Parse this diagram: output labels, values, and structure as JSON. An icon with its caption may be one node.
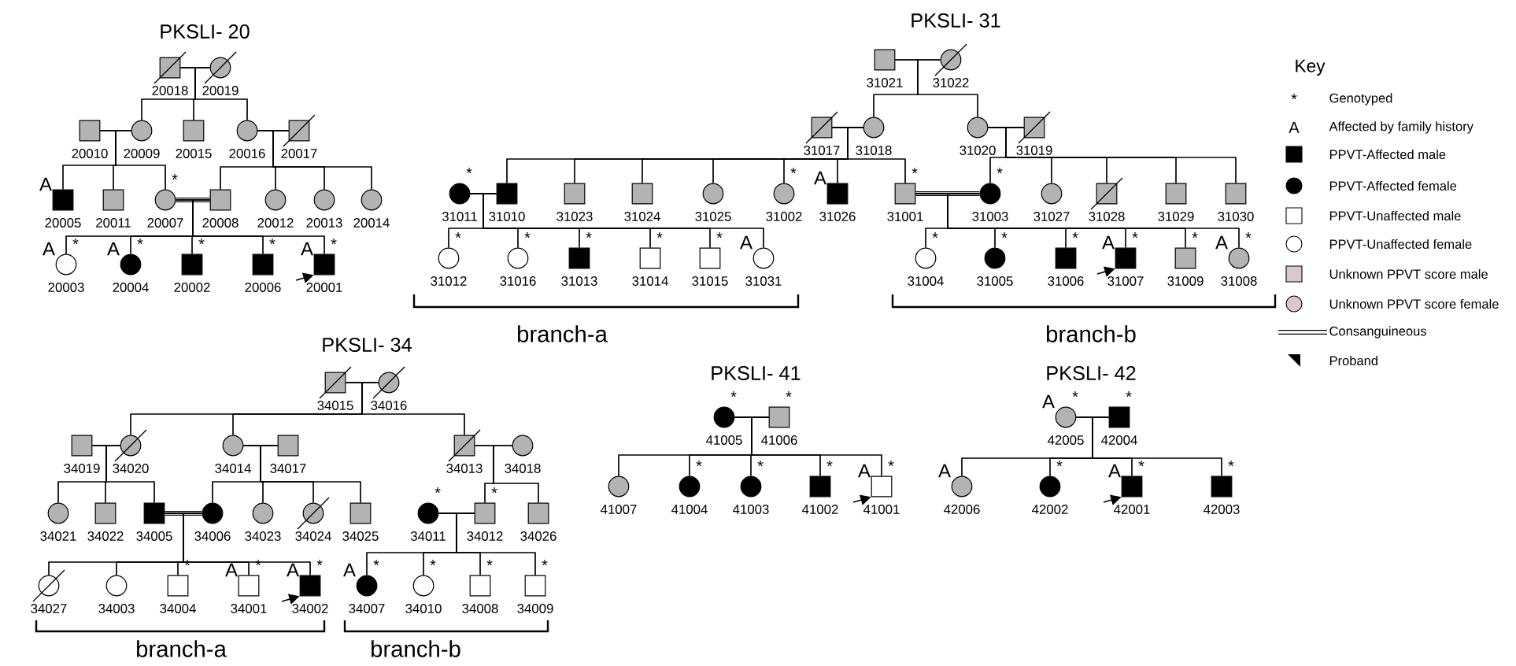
{
  "diagram": {
    "nodes": [
      {
        "text": [],
        "shape": "box",
        "beside": [
          "20018"
        ]
      },
      {
        "text": [],
        "shape": "circle",
        "beside": [
          "20019"
        ]
      },
      {
        "text": [],
        "shape": "box",
        "beside": [
          "20010"
        ]
      },
      {
        "text": [],
        "shape": "circle",
        "beside": [
          "20009"
        ]
      },
      {
        "text": [],
        "shape": "box",
        "beside": [
          "20015"
        ]
      },
      {
        "text": [],
        "shape": "circle",
        "beside": [
          "20016"
        ]
      },
      {
        "text": [],
        "shape": "box",
        "beside": [
          "20017"
        ]
      },
      {
        "text": [],
        "shape": "box",
        "beside": [
          "20005",
          "A"
        ]
      },
      {
        "text": [],
        "shape": "box",
        "beside": [
          "20011"
        ]
      },
      {
        "text": [],
        "shape": "circle",
        "beside": [
          "20007",
          "*"
        ]
      },
      {
        "text": [],
        "shape": "box",
        "beside": [
          "20008"
        ]
      },
      {
        "text": [],
        "shape": "circle",
        "beside": [
          "20012"
        ]
      },
      {
        "text": [],
        "shape": "circle",
        "beside": [
          "20013"
        ]
      },
      {
        "text": [],
        "shape": "circle",
        "beside": [
          "20014"
        ]
      },
      {
        "text": [],
        "shape": "circle",
        "beside": [
          "20003",
          "A",
          "*"
        ]
      },
      {
        "text": [],
        "shape": "circle",
        "beside": [
          "20004",
          "A",
          "*"
        ]
      },
      {
        "text": [],
        "shape": "box",
        "beside": [
          "20002",
          "*"
        ]
      },
      {
        "text": [],
        "shape": "box",
        "beside": [
          "20006",
          "*"
        ]
      },
      {
        "text": [],
        "shape": "box",
        "beside": [
          "20001",
          "A",
          "*"
        ]
      },
      {
        "text": [],
        "shape": "box",
        "beside": [
          "31021"
        ]
      },
      {
        "text": [],
        "shape": "circle",
        "beside": [
          "31022"
        ]
      },
      {
        "text": [],
        "shape": "box",
        "beside": [
          "31017"
        ]
      },
      {
        "text": [],
        "shape": "circle",
        "beside": [
          "31018"
        ]
      },
      {
        "text": [],
        "shape": "circle",
        "beside": [
          "31020"
        ]
      },
      {
        "text": [],
        "shape": "box",
        "beside": [
          "31019"
        ]
      },
      {
        "text": [],
        "shape": "circle",
        "beside": [
          "31011",
          "*"
        ]
      },
      {
        "text": [],
        "shape": "box",
        "beside": [
          "31010"
        ]
      },
      {
        "text": [],
        "shape": "box",
        "beside": [
          "31023"
        ]
      },
      {
        "text": [],
        "shape": "box",
        "beside": [
          "31024"
        ]
      },
      {
        "text": [],
        "shape": "circle",
        "beside": [
          "31025"
        ]
      },
      {
        "text": [],
        "shape": "circle",
        "beside": [
          "31002",
          "*"
        ]
      },
      {
        "text": [],
        "shape": "box",
        "beside": [
          "31026",
          "A"
        ]
      },
      {
        "text": [],
        "shape": "box",
        "beside": [
          "31001",
          "*"
        ]
      },
      {
        "text": [],
        "shape": "circle",
        "beside": [
          "31003",
          "*"
        ]
      },
      {
        "text": [],
        "shape": "circle",
        "beside": [
          "31027"
        ]
      },
      {
        "text": [],
        "shape": "box",
        "beside": [
          "31028"
        ]
      },
      {
        "text": [],
        "shape": "box",
        "beside": [
          "31029"
        ]
      },
      {
        "text": [],
        "shape": "box",
        "beside": [
          "31030"
        ]
      },
      {
        "text": [],
        "shape": "circle",
        "beside": [
          "31012",
          "*"
        ]
      },
      {
        "text": [],
        "shape": "circle",
        "beside": [
          "31016",
          "*"
        ]
      },
      {
        "text": [],
        "shape": "box",
        "beside": [
          "31013",
          "*"
        ]
      },
      {
        "text": [],
        "shape": "box",
        "beside": [
          "31014",
          "*"
        ]
      },
      {
        "text": [],
        "shape": "box",
        "beside": [
          "31015",
          "*"
        ]
      },
      {
        "text": [],
        "shape": "circle",
        "beside": [
          "31031",
          "A"
        ]
      },
      {
        "text": [],
        "shape": "circle",
        "beside": [
          "31004",
          "*"
        ]
      },
      {
        "text": [],
        "shape": "circle",
        "beside": [
          "31005",
          "*"
        ]
      },
      {
        "text": [],
        "shape": "box",
        "beside": [
          "31006",
          "*"
        ]
      },
      {
        "text": [],
        "shape": "box",
        "beside": [
          "31007",
          "A",
          "*"
        ]
      },
      {
        "text": [],
        "shape": "box",
        "beside": [
          "31009",
          "*"
        ]
      },
      {
        "text": [],
        "shape": "circle",
        "beside": [
          "31008",
          "A",
          "*"
        ]
      },
      {
        "text": [],
        "shape": "box",
        "beside": [
          "34015"
        ]
      },
      {
        "text": [],
        "shape": "circle",
        "beside": [
          "34016"
        ]
      },
      {
        "text": [],
        "shape": "box",
        "beside": [
          "34019"
        ]
      },
      {
        "text": [],
        "shape": "circle",
        "beside": [
          "34020"
        ]
      },
      {
        "text": [],
        "shape": "circle",
        "beside": [
          "34014"
        ]
      },
      {
        "text": [],
        "shape": "box",
        "beside": [
          "34017"
        ]
      },
      {
        "text": [],
        "shape": "box",
        "beside": [
          "34013"
        ]
      },
      {
        "text": [],
        "shape": "circle",
        "beside": [
          "34018"
        ]
      },
      {
        "text": [],
        "shape": "circle",
        "beside": [
          "34021"
        ]
      },
      {
        "text": [],
        "shape": "box",
        "beside": [
          "34022"
        ]
      },
      {
        "text": [],
        "shape": "box",
        "beside": [
          "34005"
        ]
      },
      {
        "text": [],
        "shape": "circle",
        "beside": [
          "34006"
        ]
      },
      {
        "text": [],
        "shape": "circle",
        "beside": [
          "34023"
        ]
      },
      {
        "text": [],
        "shape": "circle",
        "beside": [
          "34024"
        ]
      },
      {
        "text": [],
        "shape": "box",
        "beside": [
          "34025"
        ]
      },
      {
        "text": [],
        "shape": "circle",
        "beside": [
          "34011",
          "*"
        ]
      },
      {
        "text": [],
        "shape": "box",
        "beside": [
          "34012",
          "*"
        ]
      },
      {
        "text": [],
        "shape": "box",
        "beside": [
          "34026"
        ]
      },
      {
        "text": [],
        "shape": "circle",
        "beside": [
          "34027"
        ]
      },
      {
        "text": [],
        "shape": "circle",
        "beside": [
          "34003"
        ]
      },
      {
        "text": [],
        "shape": "box",
        "beside": [
          "34004",
          "*"
        ]
      },
      {
        "text": [],
        "shape": "box",
        "beside": [
          "34001",
          "A",
          "*"
        ]
      },
      {
        "text": [],
        "shape": "box",
        "beside": [
          "34002",
          "A",
          "*"
        ]
      },
      {
        "text": [],
        "shape": "circle",
        "beside": [
          "34007",
          "A",
          "*"
        ]
      },
      {
        "text": [],
        "shape": "circle",
        "beside": [
          "34010",
          "*"
        ]
      },
      {
        "text": [],
        "shape": "box",
        "beside": [
          "34008",
          "*"
        ]
      },
      {
        "text": [],
        "shape": "box",
        "beside": [
          "34009",
          "*"
        ]
      },
      {
        "text": [],
        "shape": "circle",
        "beside": [
          "41005",
          "*"
        ]
      },
      {
        "text": [],
        "shape": "box",
        "beside": [
          "41006",
          "*"
        ]
      },
      {
        "text": [],
        "shape": "circle",
        "beside": [
          "41007"
        ]
      },
      {
        "text": [],
        "shape": "circle",
        "beside": [
          "41004",
          "*"
        ]
      },
      {
        "text": [],
        "shape": "circle",
        "beside": [
          "41003",
          "*"
        ]
      },
      {
        "text": [],
        "shape": "box",
        "beside": [
          "41002",
          "*"
        ]
      },
      {
        "text": [],
        "shape": "box",
        "beside": [
          "41001",
          "A",
          "*"
        ]
      },
      {
        "text": [],
        "shape": "circle",
        "beside": [
          "42005",
          "A",
          "*"
        ]
      },
      {
        "text": [],
        "shape": "box",
        "beside": [
          "42004",
          "*"
        ]
      },
      {
        "text": [],
        "shape": "circle",
        "beside": [
          "42006",
          "A"
        ]
      },
      {
        "text": [],
        "shape": "circle",
        "beside": [
          "42002",
          "*"
        ]
      },
      {
        "text": [],
        "shape": "box",
        "beside": [
          "42001",
          "A",
          "*"
        ]
      },
      {
        "text": [],
        "shape": "box",
        "beside": [
          "42003",
          "*"
        ]
      }
    ],
    "edges": [
      {
        "from": 0,
        "to": 1,
        "arrow": "none"
      },
      {
        "from": 0,
        "to": 3,
        "arrow": "none"
      },
      {
        "from": 1,
        "to": 3,
        "arrow": "none"
      },
      {
        "from": 0,
        "to": 4,
        "arrow": "none"
      },
      {
        "from": 1,
        "to": 4,
        "arrow": "none"
      },
      {
        "from": 0,
        "to": 5,
        "arrow": "none"
      },
      {
        "from": 1,
        "to": 5,
        "arrow": "none"
      },
      {
        "from": 2,
        "to": 3,
        "arrow": "none"
      },
      {
        "from": 2,
        "to": 7,
        "arrow": "none"
      },
      {
        "from": 3,
        "to": 7,
        "arrow": "none"
      },
      {
        "from": 2,
        "to": 8,
        "arrow": "none"
      },
      {
        "from": 3,
        "to": 8,
        "arrow": "none"
      },
      {
        "from": 2,
        "to": 9,
        "arrow": "none"
      },
      {
        "from": 3,
        "to": 9,
        "arrow": "none"
      },
      {
        "from": 5,
        "to": 6,
        "arrow": "none"
      },
      {
        "from": 5,
        "to": 10,
        "arrow": "none"
      },
      {
        "from": 6,
        "to": 10,
        "arrow": "none"
      },
      {
        "from": 5,
        "to": 11,
        "arrow": "none"
      },
      {
        "from": 6,
        "to": 11,
        "arrow": "none"
      },
      {
        "from": 5,
        "to": 12,
        "arrow": "none"
      },
      {
        "from": 6,
        "to": 12,
        "arrow": "none"
      },
      {
        "from": 5,
        "to": 13,
        "arrow": "none"
      },
      {
        "from": 6,
        "to": 13,
        "arrow": "none"
      },
      {
        "from": 9,
        "to": 10,
        "arrow": "none",
        "style": "thick"
      },
      {
        "from": 9,
        "to": 14,
        "arrow": "none"
      },
      {
        "from": 10,
        "to": 14,
        "arrow": "none"
      },
      {
        "from": 9,
        "to": 15,
        "arrow": "none"
      },
      {
        "from": 10,
        "to": 15,
        "arrow": "none"
      },
      {
        "from": 9,
        "to": 16,
        "arrow": "none"
      },
      {
        "from": 10,
        "to": 16,
        "arrow": "none"
      },
      {
        "from": 9,
        "to": 17,
        "arrow": "none"
      },
      {
        "from": 10,
        "to": 17,
        "arrow": "none"
      },
      {
        "from": 9,
        "to": 18,
        "arrow": "none"
      },
      {
        "from": 10,
        "to": 18,
        "arrow": "none"
      },
      {
        "from": 19,
        "to": 20,
        "arrow": "none"
      },
      {
        "from": 19,
        "to": 22,
        "arrow": "none"
      },
      {
        "from": 20,
        "to": 22,
        "arrow": "none"
      },
      {
        "from": 19,
        "to": 23,
        "arrow": "none"
      },
      {
        "from": 20,
        "to": 23,
        "arrow": "none"
      },
      {
        "from": 21,
        "to": 22,
        "arrow": "none"
      },
      {
        "from": 21,
        "to": 26,
        "arrow": "none"
      },
      {
        "from": 22,
        "to": 26,
        "arrow": "none"
      },
      {
        "from": 21,
        "to": 27,
        "arrow": "none"
      },
      {
        "from": 22,
        "to": 27,
        "arrow": "none"
      },
      {
        "from": 21,
        "to": 28,
        "arrow": "none"
      },
      {
        "from": 22,
        "to": 28,
        "arrow": "none"
      },
      {
        "from": 21,
        "to": 29,
        "arrow": "none"
      },
      {
        "from": 22,
        "to": 29,
        "arrow": "none"
      },
      {
        "from": 21,
        "to": 30,
        "arrow": "none"
      },
      {
        "from": 22,
        "to": 30,
        "arrow": "none"
      },
      {
        "from": 21,
        "to": 31,
        "arrow": "none"
      },
      {
        "from": 22,
        "to": 31,
        "arrow": "none"
      },
      {
        "from": 21,
        "to": 32,
        "arrow": "none"
      },
      {
        "from": 22,
        "to": 32,
        "arrow": "none"
      },
      {
        "from": 23,
        "to": 24,
        "arrow": "none"
      },
      {
        "from": 23,
        "to": 33,
        "arrow": "none"
      },
      {
        "from": 24,
        "to": 33,
        "arrow": "none"
      },
      {
        "from": 23,
        "to": 34,
        "arrow": "none"
      },
      {
        "from": 24,
        "to": 34,
        "arrow": "none"
      },
      {
        "from": 23,
        "to": 35,
        "arrow": "none"
      },
      {
        "from": 24,
        "to": 35,
        "arrow": "none"
      },
      {
        "from": 23,
        "to": 36,
        "arrow": "none"
      },
      {
        "from": 24,
        "to": 36,
        "arrow": "none"
      },
      {
        "from": 23,
        "to": 37,
        "arrow": "none"
      },
      {
        "from": 24,
        "to": 37,
        "arrow": "none"
      },
      {
        "from": 25,
        "to": 26,
        "arrow": "none"
      },
      {
        "from": 25,
        "to": 38,
        "arrow": "none"
      },
      {
        "from": 26,
        "to": 38,
        "arrow": "none"
      },
      {
        "from": 25,
        "to": 39,
        "arrow": "none"
      },
      {
        "from": 26,
        "to": 39,
        "arrow": "none"
      },
      {
        "from": 25,
        "to": 40,
        "arrow": "none"
      },
      {
        "from": 26,
        "to": 40,
        "arrow": "none"
      },
      {
        "from": 25,
        "to": 41,
        "arrow": "none"
      },
      {
        "from": 26,
        "to": 41,
        "arrow": "none"
      },
      {
        "from": 25,
        "to": 42,
        "arrow": "none"
      },
      {
        "from": 26,
        "to": 42,
        "arrow": "none"
      },
      {
        "from": 25,
        "to": 43,
        "arrow": "none"
      },
      {
        "from": 26,
        "to": 43,
        "arrow": "none"
      },
      {
        "from": 32,
        "to": 33,
        "arrow": "none",
        "style": "thick"
      },
      {
        "from": 32,
        "to": 44,
        "arrow": "none"
      },
      {
        "from": 33,
        "to": 44,
        "arrow": "none"
      },
      {
        "from": 32,
        "to": 45,
        "arrow": "none"
      },
      {
        "from": 33,
        "to": 45,
        "arrow": "none"
      },
      {
        "from": 32,
        "to": 46,
        "arrow": "none"
      },
      {
        "from": 33,
        "to": 46,
        "arrow": "none"
      },
      {
        "from": 32,
        "to": 47,
        "arrow": "none"
      },
      {
        "from": 33,
        "to": 47,
        "arrow": "none"
      },
      {
        "from": 32,
        "to": 48,
        "arrow": "none"
      },
      {
        "from": 33,
        "to": 48,
        "arrow": "none"
      },
      {
        "from": 32,
        "to": 49,
        "arrow": "none"
      },
      {
        "from": 33,
        "to": 49,
        "arrow": "none"
      },
      {
        "from": 50,
        "to": 51,
        "arrow": "none"
      },
      {
        "from": 50,
        "to": 53,
        "arrow": "none"
      },
      {
        "from": 51,
        "to": 53,
        "arrow": "none"
      },
      {
        "from": 50,
        "to": 54,
        "arrow": "none"
      },
      {
        "from": 51,
        "to": 54,
        "arrow": "none"
      },
      {
        "from": 50,
        "to": 56,
        "arrow": "none"
      },
      {
        "from": 51,
        "to": 56,
        "arrow": "none"
      },
      {
        "from": 52,
        "to": 53,
        "arrow": "none"
      },
      {
        "from": 52,
        "to": 58,
        "arrow": "none"
      },
      {
        "from": 53,
        "to": 58,
        "arrow": "none"
      },
      {
        "from": 52,
        "to": 59,
        "arrow": "none"
      },
      {
        "from": 53,
        "to": 59,
        "arrow": "none"
      },
      {
        "from": 52,
        "to": 60,
        "arrow": "none"
      },
      {
        "from": 53,
        "to": 60,
        "arrow": "none"
      },
      {
        "from": 54,
        "to": 55,
        "arrow": "none"
      },
      {
        "from": 54,
        "to": 61,
        "arrow": "none"
      },
      {
        "from": 55,
        "to": 61,
        "arrow": "none"
      },
      {
        "from": 54,
        "to": 62,
        "arrow": "none"
      },
      {
        "from": 55,
        "to": 62,
        "arrow": "none"
      },
      {
        "from": 54,
        "to": 63,
        "arrow": "none"
      },
      {
        "from": 55,
        "to": 63,
        "arrow": "none"
      },
      {
        "from": 54,
        "to": 64,
        "arrow": "none"
      },
      {
        "from": 55,
        "to": 64,
        "arrow": "none"
      },
      {
        "from": 56,
        "to": 57,
        "arrow": "none"
      },
      {
        "from": 56,
        "to": 66,
        "arrow": "none"
      },
      {
        "from": 57,
        "to": 66,
        "arrow": "none"
      },
      {
        "from": 56,
        "to": 67,
        "arrow": "none"
      },
      {
        "from": 57,
        "to": 67,
        "arrow": "none"
      },
      {
        "from": 60,
        "to": 61,
        "arrow": "none",
        "style": "thick"
      },
      {
        "from": 60,
        "to": 68,
        "arrow": "none"
      },
      {
        "from": 61,
        "to": 68,
        "arrow": "none"
      },
      {
        "from": 60,
        "to": 69,
        "arrow": "none"
      },
      {
        "from": 61,
        "to": 69,
        "arrow": "none"
      },
      {
        "from": 60,
        "to": 70,
        "arrow": "none"
      },
      {
        "from": 61,
        "to": 70,
        "arrow": "none"
      },
      {
        "from": 60,
        "to": 71,
        "arrow": "none"
      },
      {
        "from": 61,
        "to": 71,
        "arrow": "none"
      },
      {
        "from": 60,
        "to": 72,
        "arrow": "none"
      },
      {
        "from": 61,
        "to": 72,
        "arrow": "none"
      },
      {
        "from": 65,
        "to": 66,
        "arrow": "none"
      },
      {
        "from": 65,
        "to": 73,
        "arrow": "none"
      },
      {
        "from": 66,
        "to": 73,
        "arrow": "none"
      },
      {
        "from": 65,
        "to": 74,
        "arrow": "none"
      },
      {
        "from": 66,
        "to": 74,
        "arrow": "none"
      },
      {
        "from": 65,
        "to": 75,
        "arrow": "none"
      },
      {
        "from": 66,
        "to": 75,
        "arrow": "none"
      },
      {
        "from": 65,
        "to": 76,
        "arrow": "none"
      },
      {
        "from": 66,
        "to": 76,
        "arrow": "none"
      },
      {
        "from": 77,
        "to": 78,
        "arrow": "none"
      },
      {
        "from": 77,
        "to": 79,
        "arrow": "none"
      },
      {
        "from": 78,
        "to": 79,
        "arrow": "none"
      },
      {
        "from": 77,
        "to": 80,
        "arrow": "none"
      },
      {
        "from": 78,
        "to": 80,
        "arrow": "none"
      },
      {
        "from": 77,
        "to": 81,
        "arrow": "none"
      },
      {
        "from": 78,
        "to": 81,
        "arrow": "none"
      },
      {
        "from": 77,
        "to": 82,
        "arrow": "none"
      },
      {
        "from": 78,
        "to": 82,
        "arrow": "none"
      },
      {
        "from": 77,
        "to": 83,
        "arrow": "none"
      },
      {
        "from": 78,
        "to": 83,
        "arrow": "none"
      },
      {
        "from": 84,
        "to": 85,
        "arrow": "none"
      },
      {
        "from": 84,
        "to": 86,
        "arrow": "none"
      },
      {
        "from": 85,
        "to": 86,
        "arrow": "none"
      },
      {
        "from": 84,
        "to": 87,
        "arrow": "none"
      },
      {
        "from": 85,
        "to": 87,
        "arrow": "none"
      },
      {
        "from": 84,
        "to": 88,
        "arrow": "none"
      },
      {
        "from": 85,
        "to": 88,
        "arrow": "none"
      },
      {
        "from": 84,
        "to": 89,
        "arrow": "none"
      },
      {
        "from": 85,
        "to": 89,
        "arrow": "none"
      },
      {
        "from": null,
        "to": 18,
        "arrow": "to"
      },
      {
        "from": null,
        "to": 47,
        "arrow": "to"
      },
      {
        "from": null,
        "to": 72,
        "arrow": "to"
      },
      {
        "from": null,
        "to": 83,
        "arrow": "to"
      },
      {
        "from": null,
        "to": 88,
        "arrow": "to"
      }
    ],
    "labels": [
      "PKSLI- 20",
      "PKSLI- 31",
      "Key",
      "*",
      "A",
      "branch-a",
      "branch-b",
      "PKSLI- 34",
      "PKSLI- 41",
      "PKSLI- 42",
      "branch-a",
      "branch-b"
    ],
    "legend": [
      {
        "text": "Genotyped"
      },
      {
        "text": "Affected by family history"
      },
      {
        "text": "PPVT-Affected male",
        "color": "#000000"
      },
      {
        "text": "PPVT-Affected female",
        "color": "#000000"
      },
      {
        "text": "PPVT-Unaffected male"
      },
      {
        "text": "PPVT-Unaffected female"
      },
      {
        "text": "Unknown PPVT score male",
        "color": "#d9c8cc"
      },
      {
        "text": "Unknown PPVT score female",
        "color": "#d9c8cc"
      },
      {
        "text": "Consanguineous"
      },
      {
        "text": "Proband"
      }
    ]
  }
}
